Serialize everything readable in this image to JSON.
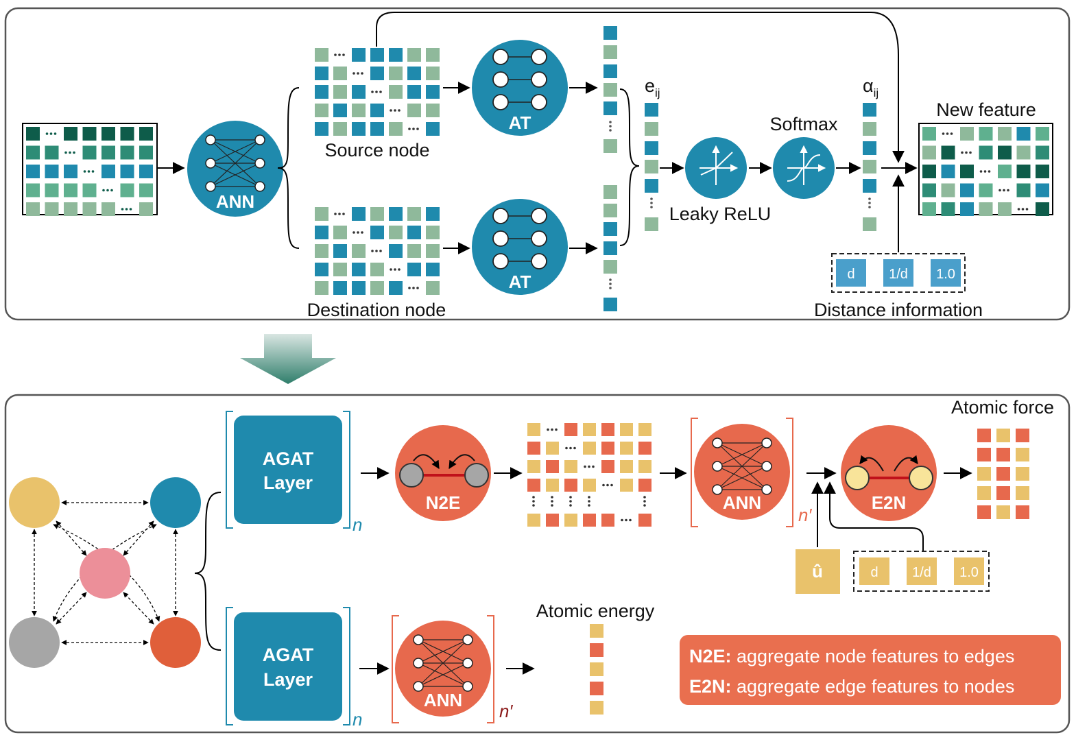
{
  "colors": {
    "teal": "#1f8aad",
    "teal_dark": "#1a7395",
    "green_dark": "#0e5c4a",
    "green_mid": "#2e8c76",
    "green_light": "#8fb99b",
    "green_soft": "#5fb08f",
    "orange": "#e7694d",
    "orange_dark": "#e05f3a",
    "yellow": "#e9c26b",
    "pink": "#ec8f99",
    "gray": "#a6a6a6",
    "legend_bg": "#e96f4f"
  },
  "top": {
    "source_label": "Source node",
    "dest_label": "Destination node",
    "ann_label": "ANN",
    "at_label": "AT",
    "eij_label": "e",
    "eij_sub": "ij",
    "alpha_label": "α",
    "alpha_sub": "ij",
    "leaky_label": "Leaky ReLU",
    "softmax_label": "Softmax",
    "new_feature_label": "New feature",
    "distance_label": "Distance information",
    "dist_items": [
      "d",
      "1/d",
      "1.0"
    ]
  },
  "bottom": {
    "agat_line1": "AGAT",
    "agat_line2": "Layer",
    "n_label": "n",
    "nprime_label": "n′",
    "n2e_label": "N2E",
    "e2n_label": "E2N",
    "ann_label": "ANN",
    "u_hat": "û",
    "dist_items": [
      "d",
      "1/d",
      "1.0"
    ],
    "atomic_force": "Atomic force",
    "atomic_energy": "Atomic energy",
    "legend": [
      {
        "key": "N2E:",
        "text": " aggregate node features to edges"
      },
      {
        "key": "E2N:",
        "text": " aggregate edge features to nodes"
      }
    ]
  }
}
